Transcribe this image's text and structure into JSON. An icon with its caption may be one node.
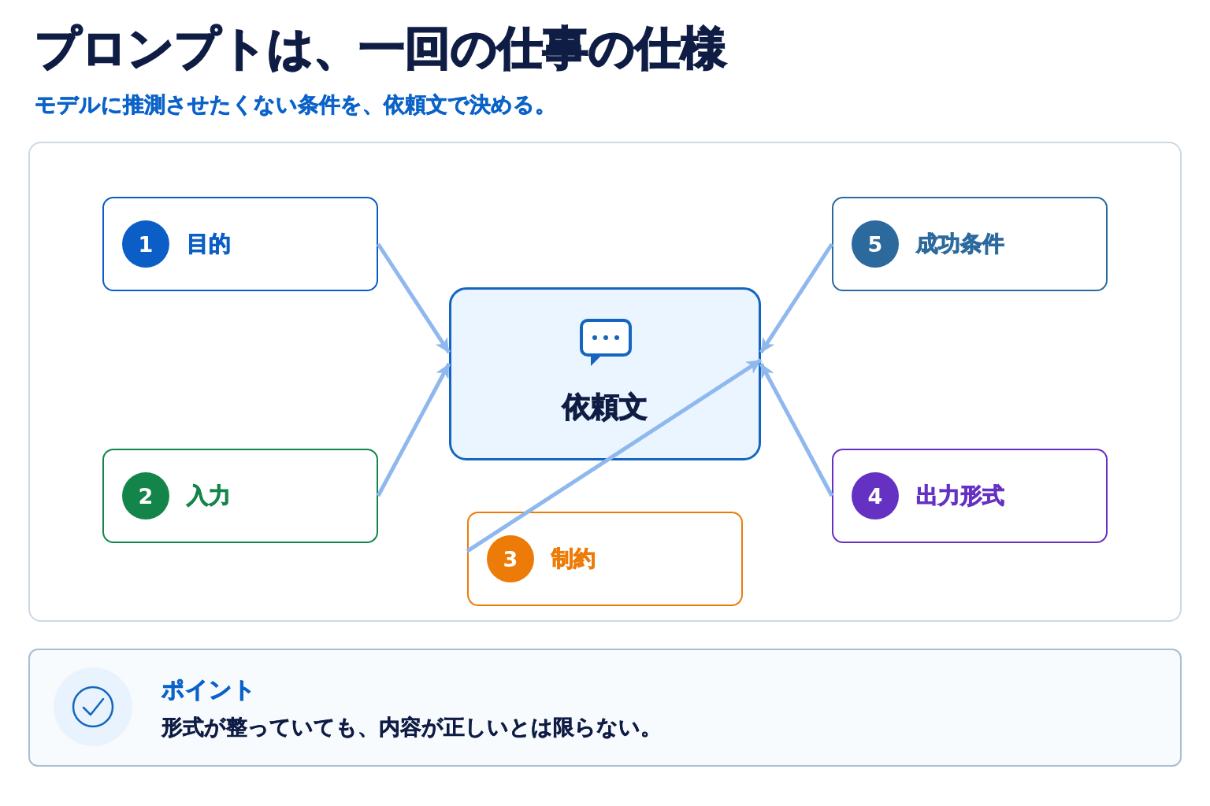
{
  "diagram": {
    "title": "プロンプトは、一回の仕事の仕様",
    "nodes": [
      {
        "text": [],
        "shape": "box"
      },
      {
        "text": [
          "1",
          "目的"
        ],
        "in": 0
      },
      {
        "text": [
          "5",
          "成功条件"
        ],
        "in": 0
      },
      {
        "text": [
          "依頼文"
        ],
        "in": 0
      },
      {
        "text": [
          "2",
          "入力"
        ],
        "in": 0
      },
      {
        "text": [
          "4",
          "出力形式"
        ],
        "in": 0
      },
      {
        "text": [
          "3",
          "制約"
        ],
        "in": 0
      },
      {
        "text": [
          "ポイント",
          "形式が整っていても、内容が正しいとは限らない。"
        ]
      }
    ],
    "edges": [
      {
        "from": 1,
        "to": 3,
        "arrow": "to"
      },
      {
        "from": 2,
        "to": 3,
        "arrow": "to"
      },
      {
        "from": 4,
        "to": 3,
        "arrow": "to"
      },
      {
        "from": 5,
        "to": 3,
        "arrow": "to"
      },
      {
        "from": 6,
        "to": 3,
        "arrow": "to"
      }
    ],
    "labels": [
      "モデルに推測させたくない条件を、依頼文で決める。"
    ]
  }
}
